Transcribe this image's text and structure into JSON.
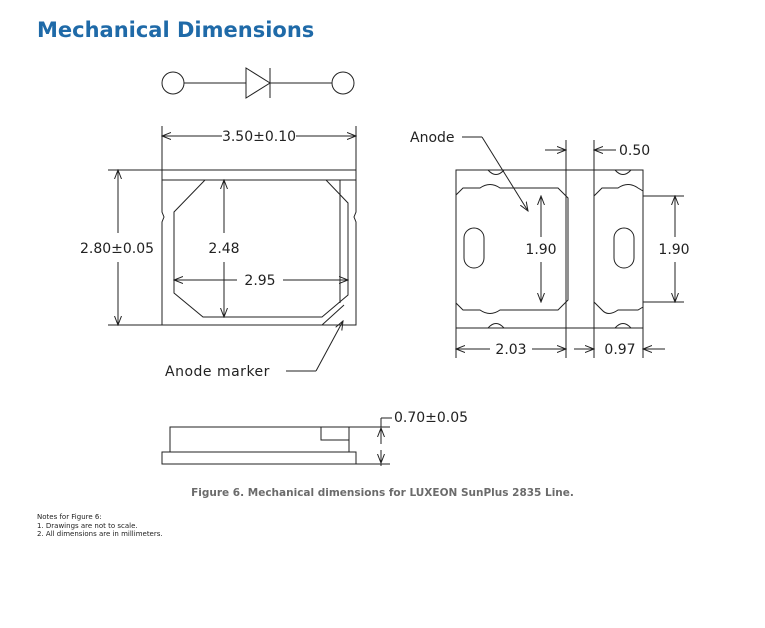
{
  "title": "Mechanical Dimensions",
  "figure": {
    "top_view": {
      "width_label": "3.50±0.10",
      "height_label": "2.80±0.05",
      "inner_height_label": "2.48",
      "inner_width_label": "2.95",
      "anode_marker_label": "Anode marker"
    },
    "bottom_view": {
      "anode_label": "Anode",
      "pad_width_label": "0.50",
      "pad_height_label_left": "1.90",
      "pad_height_label_right": "1.90",
      "left_width_label": "2.03",
      "right_width_label": "0.97"
    },
    "side_view": {
      "thickness_label": "0.70±0.05"
    }
  },
  "caption": "Figure 6. Mechanical dimensions for LUXEON SunPlus 2835 Line.",
  "notes": {
    "heading": "Notes for Figure 6:",
    "items": [
      "1.  Drawings are not to scale.",
      "2.  All dimensions are in millimeters."
    ]
  }
}
